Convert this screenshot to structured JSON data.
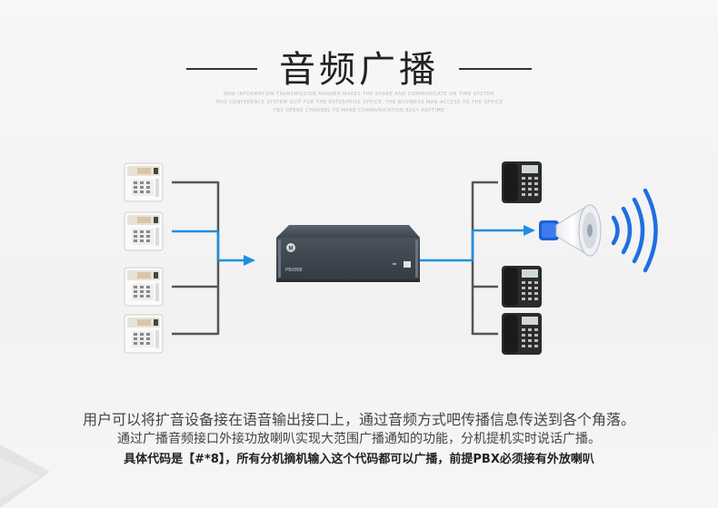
{
  "heading": "音频广播",
  "subtitle_lines": [
    "NEW INFORMATION TRANSMISSION MANNER MAKES THE SHARE AND COMMUNICATE ON TIME SYSTEM",
    "THIS CONFERENCE SYSTEM SUIT FOR THE ENTERPRISE OFFICE, THE BUSINESS MAN ACCESS TO THE OFFICE",
    "PBX OPENS CHANNEL TO MAKE COMMUNICATION EASY ANYTIME"
  ],
  "device": {
    "brand_logo": "M",
    "label": "PBX808"
  },
  "colors": {
    "accent_blue": "#1f8fe0",
    "line_gray": "#555555",
    "speaker_blue": "#1e5fd8"
  },
  "icons": {
    "left_phones": "white-office-phone-icon",
    "right_phones": "black-office-phone-icon",
    "speaker": "loudspeaker-horn-icon"
  },
  "description": {
    "line1": "用户可以将扩音设备接在语音输出接口上，通过音频方式吧传播信息传送到各个角落。",
    "line2": "通过广播音频接口外接功放喇叭实现大范围广播通知的功能，分机提机实时说话广播。",
    "line3": "具体代码是【#*8】，所有分机摘机输入这个代码都可以广播，前提PBX必须接有外放喇叭"
  }
}
